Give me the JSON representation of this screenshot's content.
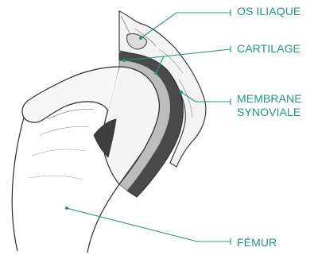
{
  "labels": {
    "os_iliaque": "OS ILIAQUE",
    "cartilage": "CARTILAGE",
    "membrane_line1": "MEMBRANE",
    "membrane_line2": "SYNOVIALE",
    "femur": "FÉMUR"
  },
  "colors": {
    "accent": "#1a9a7f",
    "ink": "#2b2b2b",
    "bone_fill": "#ffffff",
    "cartilage_fill": "#b9b9b9",
    "membrane_fill": "#4a4a4a"
  }
}
